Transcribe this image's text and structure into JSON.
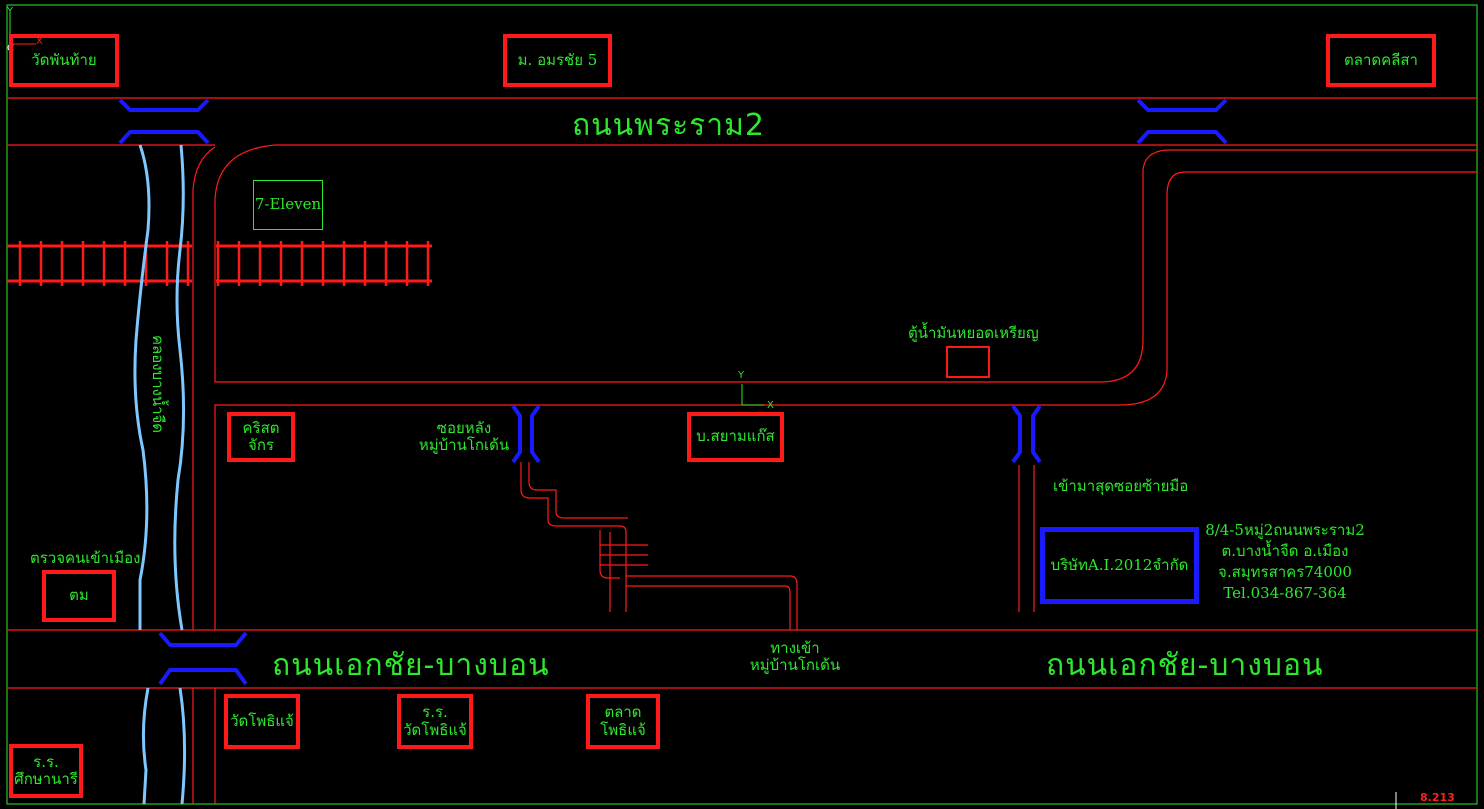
{
  "colors": {
    "background": "#000000",
    "road_line": "#ff1a1a",
    "text": "#2ee82e",
    "bridge": "#1a1aff",
    "river": "#7fc8ff",
    "frame": "#2ee82e"
  },
  "roads": {
    "rama2": "ถนนพระราม2",
    "ekachai_1": "ถนนเอกชัย-บางบอน",
    "ekachai_2": "ถนนเอกชัย-บางบอน"
  },
  "landmarks": {
    "wat_phan_thai": "วัดพันท้าย",
    "moo_ammarin": "ม. อมรชัย 5",
    "talat_khlong": "ตลาดคลีสา",
    "seven_eleven": "7-Eleven",
    "kritsadachak": "คริสตจักร",
    "siam_gas": "บ.สยามแก๊ส",
    "oil_pump": "ตู้น้ำมันหยอดเหรียญ",
    "immigration_label": "ตรวจคนเข้าเมือง",
    "immigration_box": "ตม",
    "wat_pho_chae": "วัดโพธิแจ้",
    "school_pho_line1": "ร.ร.",
    "school_pho_line2": "วัดโพธิแจ้",
    "market_pho_line1": "ตลาด",
    "market_pho_line2": "โพธิแจ้",
    "school_suksa_line1": "ร.ร.",
    "school_suksa_line2": "ศึกษานารี",
    "canal": "คลองบางน้ำจืด"
  },
  "directions": {
    "back_soi_line1": "ซอยหลัง",
    "back_soi_line2": "หมู่บ้านโกเด้น",
    "entrance_line1": "ทางเข้า",
    "entrance_line2": "หมู่บ้านโกเด้น",
    "enter_end_soi": "เข้ามาสุดซอยซ้ายมือ"
  },
  "company": {
    "name": "บริษัทA.I.2012จำกัด",
    "address_line1": "8/4-5หมู่2ถนนพระราม2",
    "address_line2": "ต.บางน้ำจืด อ.เมือง",
    "address_line3": "จ.สมุทรสาคร74000",
    "phone": "Tel.034-867-364"
  },
  "ucs": {
    "y": "Y",
    "x": "X",
    "c": "C"
  },
  "scale_readout": "8.213"
}
